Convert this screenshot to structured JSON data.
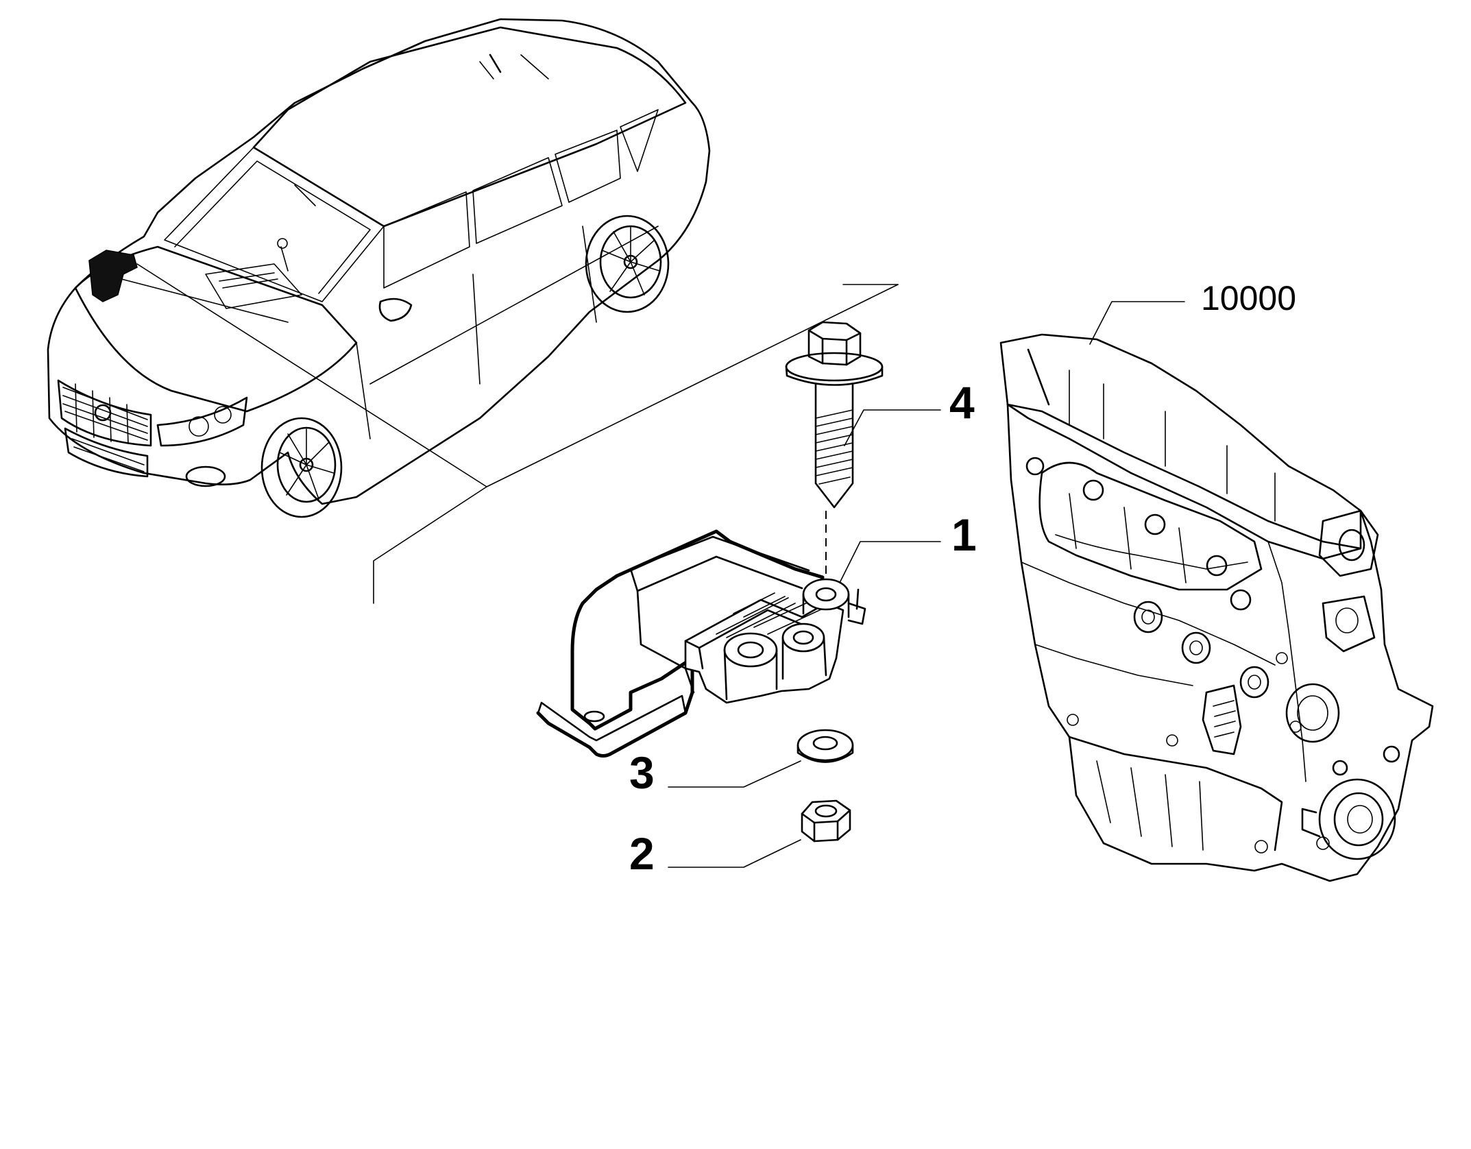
{
  "callouts": [
    {
      "id": "callout-10000",
      "label": "10000"
    },
    {
      "id": "callout-4",
      "label": "4"
    },
    {
      "id": "callout-1",
      "label": "1"
    },
    {
      "id": "callout-3",
      "label": "3"
    },
    {
      "id": "callout-2",
      "label": "2"
    }
  ],
  "parts": [
    {
      "ref": "1",
      "name": "engine-mount-bracket-drawing"
    },
    {
      "ref": "2",
      "name": "hex-nut-drawing"
    },
    {
      "ref": "3",
      "name": "washer-drawing"
    },
    {
      "ref": "4",
      "name": "flange-bolt-drawing"
    },
    {
      "ref": "10000",
      "name": "engine-block-drawing"
    }
  ],
  "colors": {
    "line": "#000000",
    "background": "#ffffff"
  }
}
